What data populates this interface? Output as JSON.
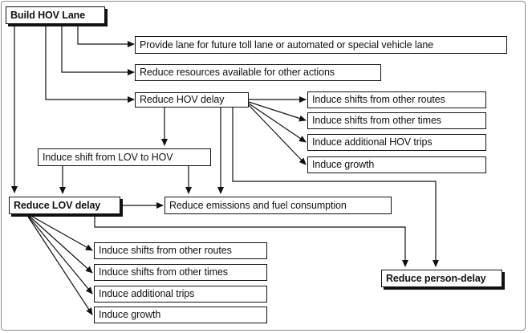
{
  "nodes": {
    "build_hov_lane": "Build HOV Lane",
    "provide_lane": "Provide lane for future toll lane or automated or special vehicle lane",
    "reduce_resources": "Reduce resources available for other actions",
    "reduce_hov_delay": "Reduce HOV delay",
    "hov_shift_routes": "Induce shifts from other routes",
    "hov_shift_times": "Induce shifts from other times",
    "hov_additional_trips": "Induce additional HOV trips",
    "hov_growth": "Induce growth",
    "shift_lov_to_hov": "Induce shift from LOV to HOV",
    "reduce_lov_delay": "Reduce LOV delay",
    "reduce_emissions": "Reduce emissions and fuel consumption",
    "lov_shift_routes": "Induce shifts from other routes",
    "lov_shift_times": "Induce shifts from other times",
    "lov_additional_trips": "Induce additional trips",
    "lov_growth": "Induce growth",
    "reduce_person_delay": "Reduce person-delay"
  }
}
